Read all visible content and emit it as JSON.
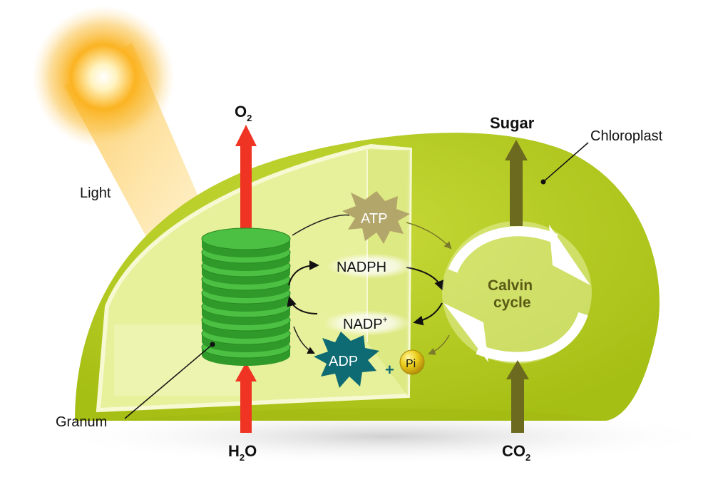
{
  "labels": {
    "light": "Light",
    "o2": "O",
    "o2_sub": "2",
    "h2o_h": "H",
    "h2o_sub": "2",
    "h2o_o": "O",
    "sugar": "Sugar",
    "chloroplast": "Chloroplast",
    "granum": "Granum",
    "co2": "CO",
    "co2_sub": "2",
    "atp": "ATP",
    "nadph": "NADPH",
    "nadp": "NADP",
    "nadp_sup": "+",
    "adp": "ADP",
    "plus": "+",
    "pi": "Pi",
    "calvin_line1": "Calvin",
    "calvin_line2": "cycle"
  },
  "colors": {
    "chloroplast_fill": "#b5cc1c",
    "chloroplast_light": "#d4e25a",
    "stroma_inner": "#e3ee8c",
    "granum_green": "#3fb536",
    "oxygen_water_arrow": "#f03423",
    "sugar_co2_arrow": "#6b6a1e",
    "atp_burst": "#b3a66b",
    "adp_burst": "#0f6b73",
    "pi_ball": "#e5c615",
    "sun": "#f8a818"
  }
}
